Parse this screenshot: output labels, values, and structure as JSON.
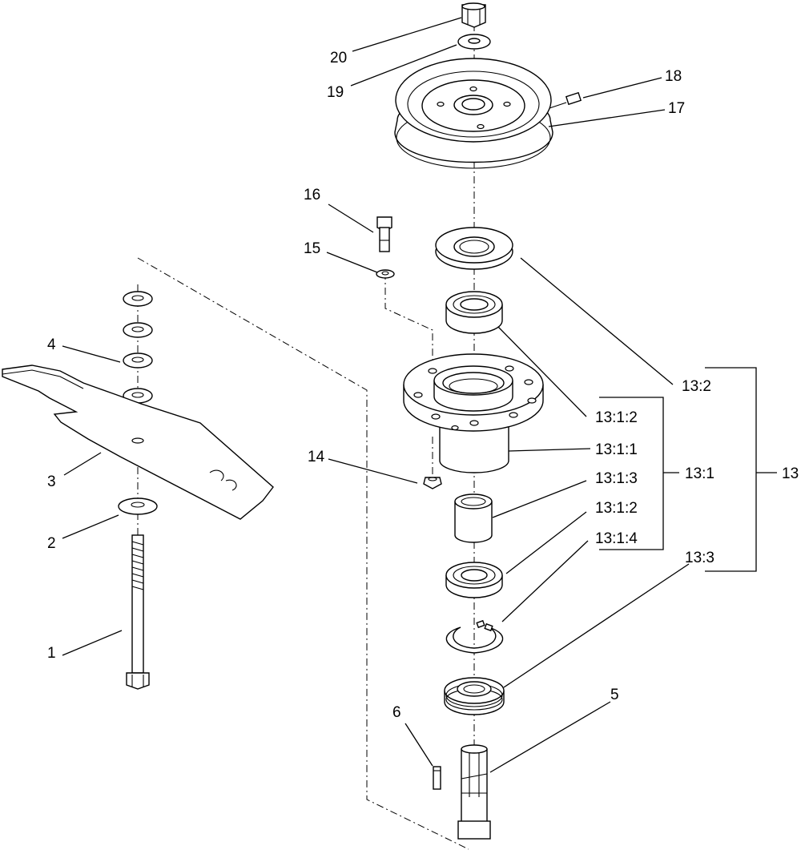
{
  "callouts": {
    "c1": "1",
    "c2": "2",
    "c3": "3",
    "c4": "4",
    "c5": "5",
    "c6": "6",
    "c13": "13",
    "c13_1": "13:1",
    "c13_1_1": "13:1:1",
    "c13_1_2_upper": "13:1:2",
    "c13_1_2_lower": "13:1:2",
    "c13_1_3": "13:1:3",
    "c13_1_4": "13:1:4",
    "c13_2": "13:2",
    "c13_3": "13:3",
    "c14": "14",
    "c15": "15",
    "c16": "16",
    "c17": "17",
    "c18": "18",
    "c19": "19",
    "c20": "20"
  }
}
